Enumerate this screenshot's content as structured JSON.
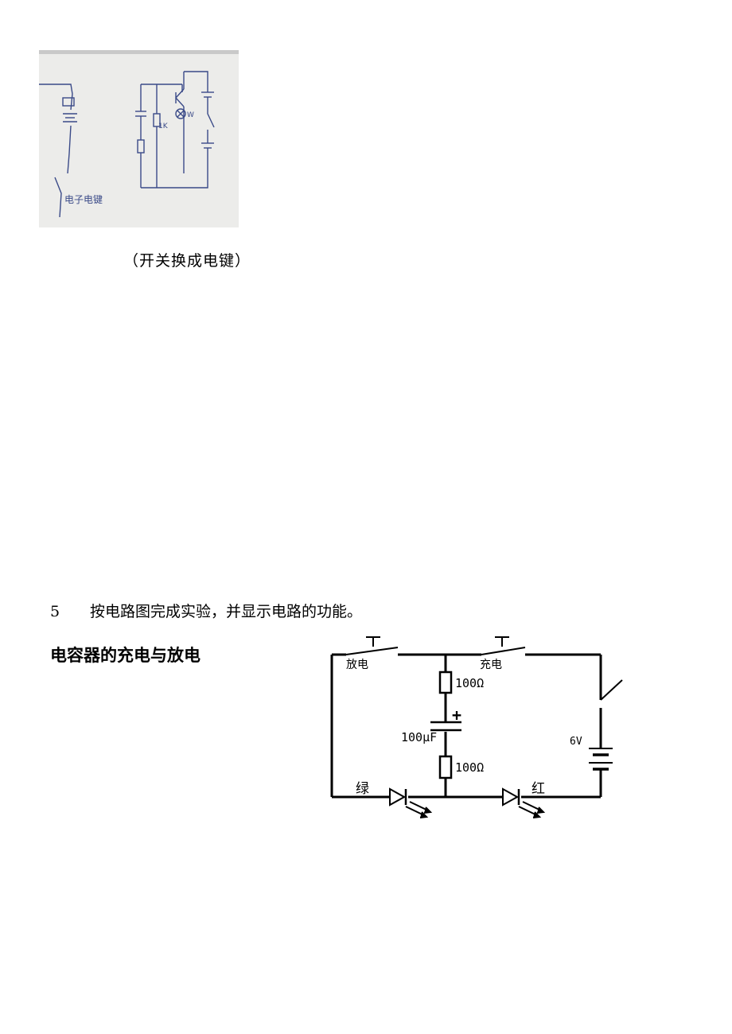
{
  "photo": {
    "handwritten_label": "电子电键",
    "resistor_label": "1K",
    "lamp_label": "W"
  },
  "caption": "（开关换成电键）",
  "question": {
    "number": "5",
    "text": "按电路图完成实验，并显示电路的功能。"
  },
  "section_title": "电容器的充电与放电",
  "circuit": {
    "switch_discharge_label": "放电",
    "switch_charge_label": "充电",
    "resistor_top_label": "100Ω",
    "capacitor_label": "100μF",
    "capacitor_polarity": "+",
    "resistor_bottom_label": "100Ω",
    "battery_label": "6V",
    "led_green_label": "绿",
    "led_red_label": "红"
  }
}
